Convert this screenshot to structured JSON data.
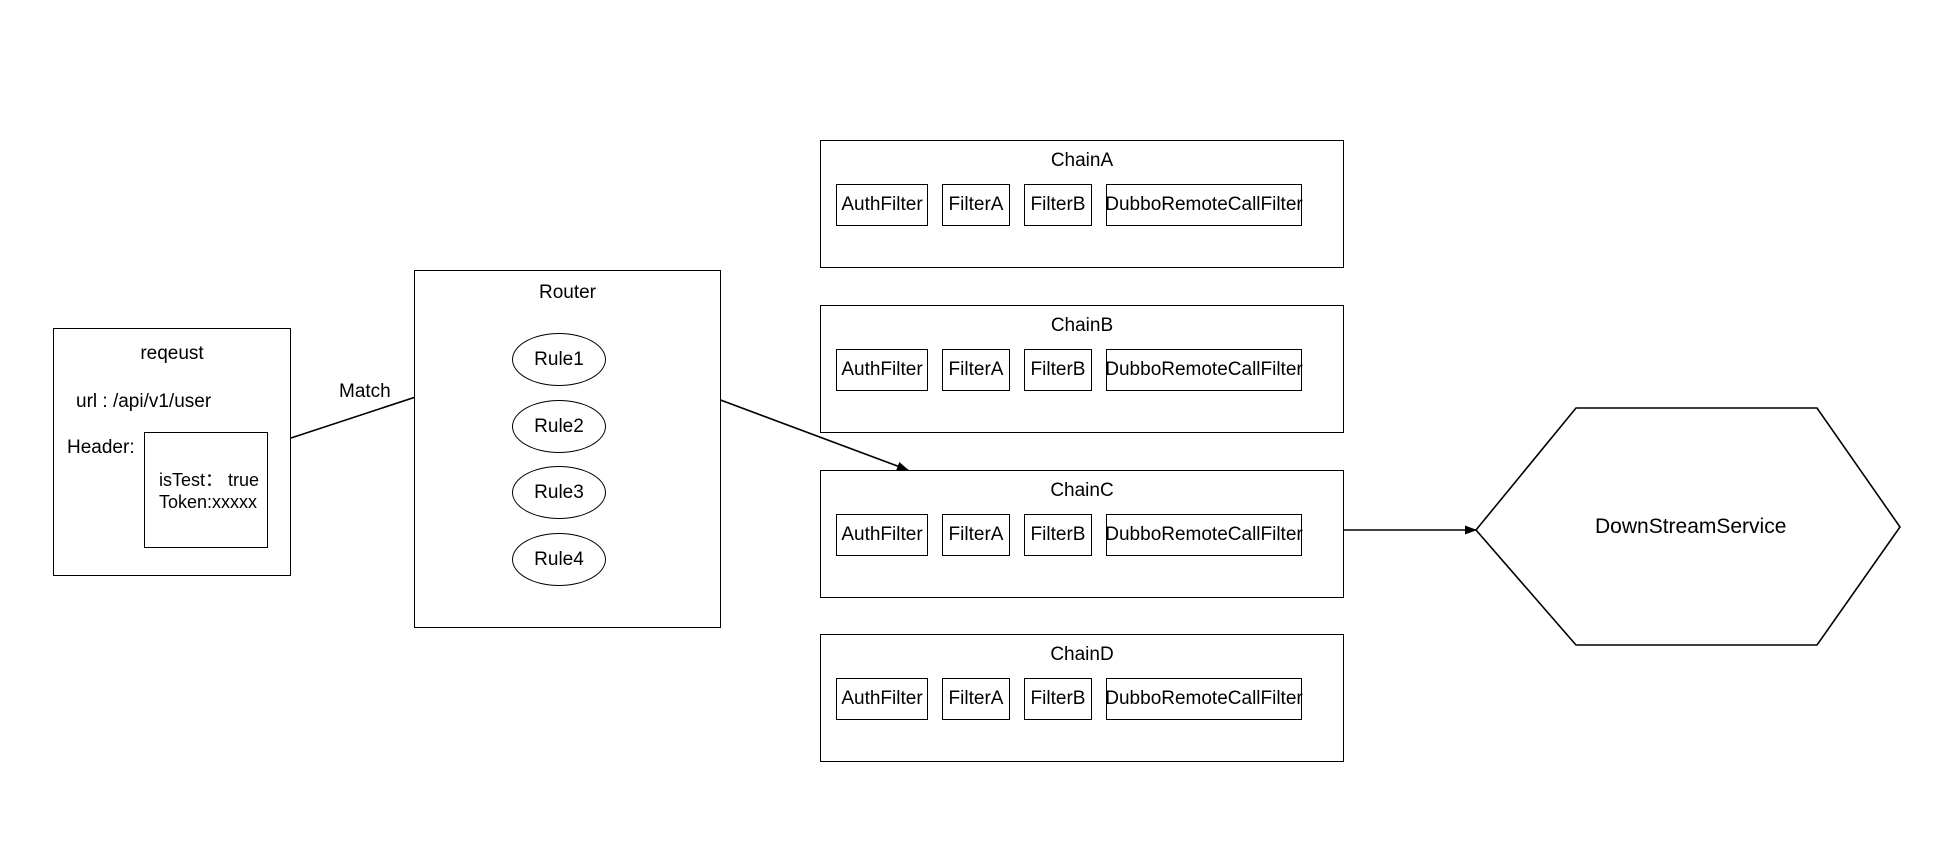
{
  "diagram": {
    "title": "Request routing through filter chains to downstream service",
    "background": "#ffffff",
    "stroke": "#000000"
  },
  "request_node": {
    "title": "reqeust",
    "url_line": "url : /api/v1/user",
    "header_label": "Header:",
    "header_entries": [
      "isTest： true",
      "Token:xxxxx"
    ]
  },
  "router_node": {
    "title": "Router",
    "rules": [
      {
        "label": "Rule1"
      },
      {
        "label": "Rule2"
      },
      {
        "label": "Rule3"
      },
      {
        "label": "Rule4"
      }
    ]
  },
  "chains": [
    {
      "title": "ChainA",
      "filters": [
        "AuthFilter",
        "FilterA",
        "FilterB",
        "DubboRemoteCallFilter"
      ]
    },
    {
      "title": "ChainB",
      "filters": [
        "AuthFilter",
        "FilterA",
        "FilterB",
        "DubboRemoteCallFilter"
      ]
    },
    {
      "title": "ChainC",
      "filters": [
        "AuthFilter",
        "FilterA",
        "FilterB",
        "DubboRemoteCallFilter"
      ]
    },
    {
      "title": "ChainD",
      "filters": [
        "AuthFilter",
        "FilterA",
        "FilterB",
        "DubboRemoteCallFilter"
      ]
    }
  ],
  "downstream_node": {
    "label": "DownStreamService"
  },
  "edges": {
    "request_to_rule1_label": "Match"
  }
}
